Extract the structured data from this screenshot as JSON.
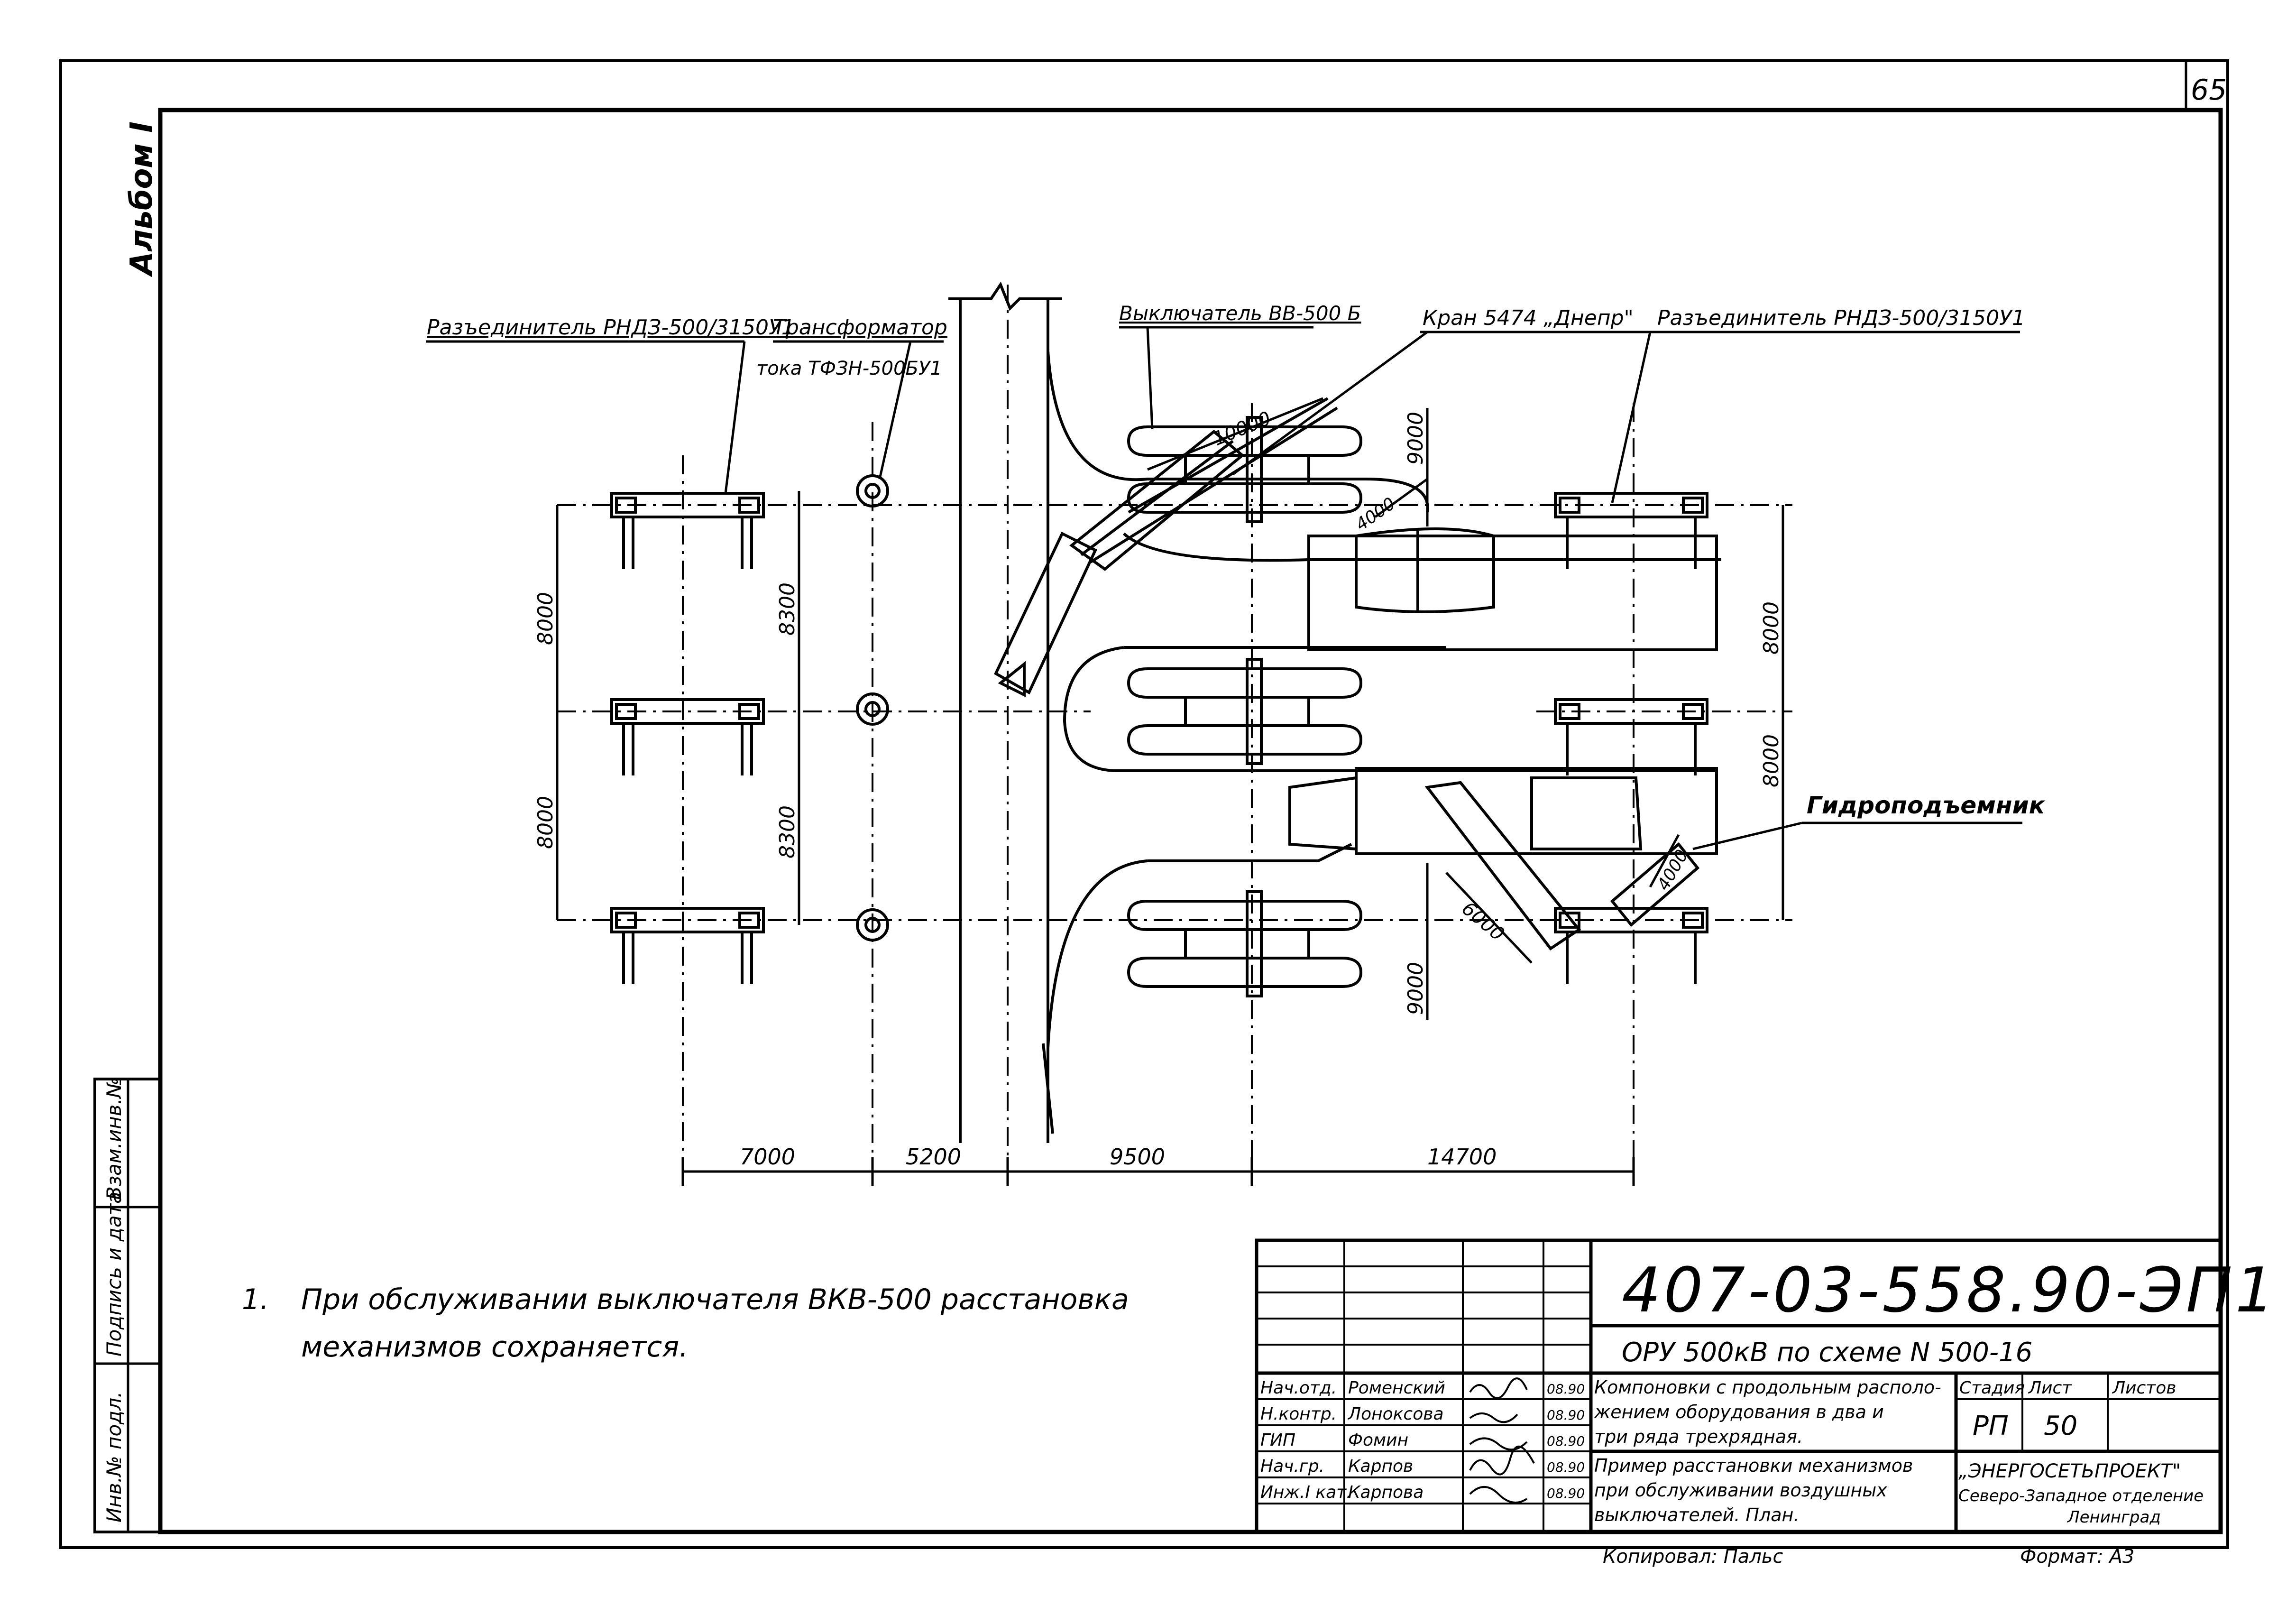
{
  "page": {
    "number": "65",
    "album": "Альбом I"
  },
  "side_stamp": {
    "inv_podl": "Инв.№ подл.",
    "podpis_data": "Подпись и дата",
    "vzam_inv": "Взам.инв.№"
  },
  "callouts": {
    "razed_left": "Разъединитель РНДЗ-500/3150У1",
    "transformator_1": "Трансформатор",
    "transformator_2": "тока ТФЗН-500БУ1",
    "vykl": "Выключатель ВВ-500 Б",
    "kran": "Кран 5474 „Днепр\"",
    "razed_right": "Разъединитель РНДЗ-500/3150У1",
    "gidro": "Гидроподъемник"
  },
  "dimensions": {
    "left_8000_top": "8000",
    "left_8000_bottom": "8000",
    "mid_8300_top": "8300",
    "mid_8300_bottom": "8300",
    "right_9000_top": "9000",
    "right_9000_bottom": "9000",
    "right_8000_top": "8000",
    "right_8000_bottom": "8000",
    "r10000": "10000",
    "r4000_top": "4000",
    "r4000_right": "4000",
    "r6000": "6000",
    "bottom_7000": "7000",
    "bottom_5200": "5200",
    "bottom_9500": "9500",
    "bottom_14700": "14700"
  },
  "note": {
    "num": "1.",
    "line1": "При обслуживании выключателя ВКВ-500 расстановка",
    "line2": "механизмов сохраняется."
  },
  "title_block": {
    "code": "407-03-558.90-ЭП1",
    "project": "ОРУ 500кВ по схеме N 500-16",
    "roles": [
      "Нач.отд.",
      "Н.контр.",
      "ГИП",
      "Нач.гр.",
      "Инж.I кат."
    ],
    "names": [
      "Роменский",
      "Лоноксова",
      "Фомин",
      "Карпов",
      "Карпова"
    ],
    "dates": [
      "08.90",
      "08.90",
      "08.90",
      "08.90",
      "08.90"
    ],
    "title1_l1": "Компоновки с продольным располо-",
    "title1_l2": "жением оборудования в два и",
    "title1_l3": "три ряда трехрядная.",
    "title2_l1": "Пример расстановки механизмов",
    "title2_l2": "при обслуживании воздушных",
    "title2_l3": "выключателей. План.",
    "stage_h": "Стадия",
    "sheet_h": "Лист",
    "sheets_h": "Листов",
    "stage": "РП",
    "sheet": "50",
    "org1": "„ЭНЕРГОСЕТЬПРОЕКТ\"",
    "org2": "Северо-Западное отделение",
    "org3": "Ленинград",
    "copied": "Копировал: Пальс",
    "format": "Формат: А3"
  }
}
